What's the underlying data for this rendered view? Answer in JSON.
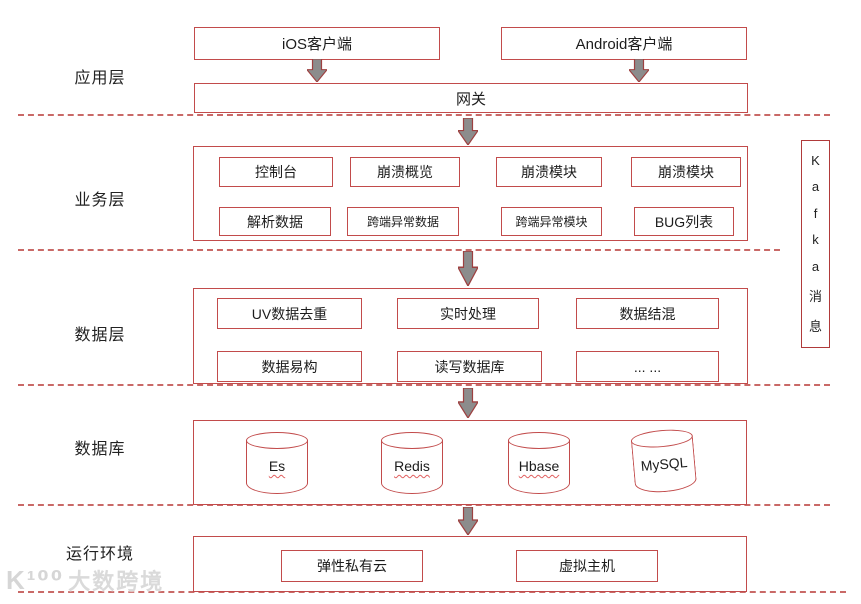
{
  "colors": {
    "border_red": "#c24b4b",
    "dash_red": "#c0504d",
    "arrow_fill": "#8c8c8c",
    "arrow_stroke": "#9d4040"
  },
  "layers": {
    "app": {
      "label": "应用层",
      "ios": "iOS客户端",
      "android": "Android客户端",
      "gateway": "网关"
    },
    "business": {
      "label": "业务层",
      "row1": [
        "控制台",
        "崩溃概览",
        "崩溃模块",
        "崩溃模块"
      ],
      "row2": [
        "解析数据",
        "跨端异常数据",
        "跨端异常模块",
        "BUG列表"
      ]
    },
    "data": {
      "label": "数据层",
      "row1": [
        "UV数据去重",
        "实时处理",
        "数据结混"
      ],
      "row2": [
        "数据易构",
        "读写数据库",
        "... ..."
      ]
    },
    "database": {
      "label": "数据库",
      "cylinders": [
        "Es",
        "Redis",
        "Hbase",
        "MySQL"
      ]
    },
    "runtime": {
      "label": "运行环境",
      "boxes": [
        "弹性私有云",
        "虚拟主机"
      ]
    }
  },
  "kafka": {
    "label": "Kafka消息",
    "chars": [
      "K",
      "a",
      "f",
      "k",
      "a",
      "消",
      "息"
    ]
  },
  "watermark": {
    "logo": "K¹⁰⁰",
    "text": "大数跨境"
  }
}
